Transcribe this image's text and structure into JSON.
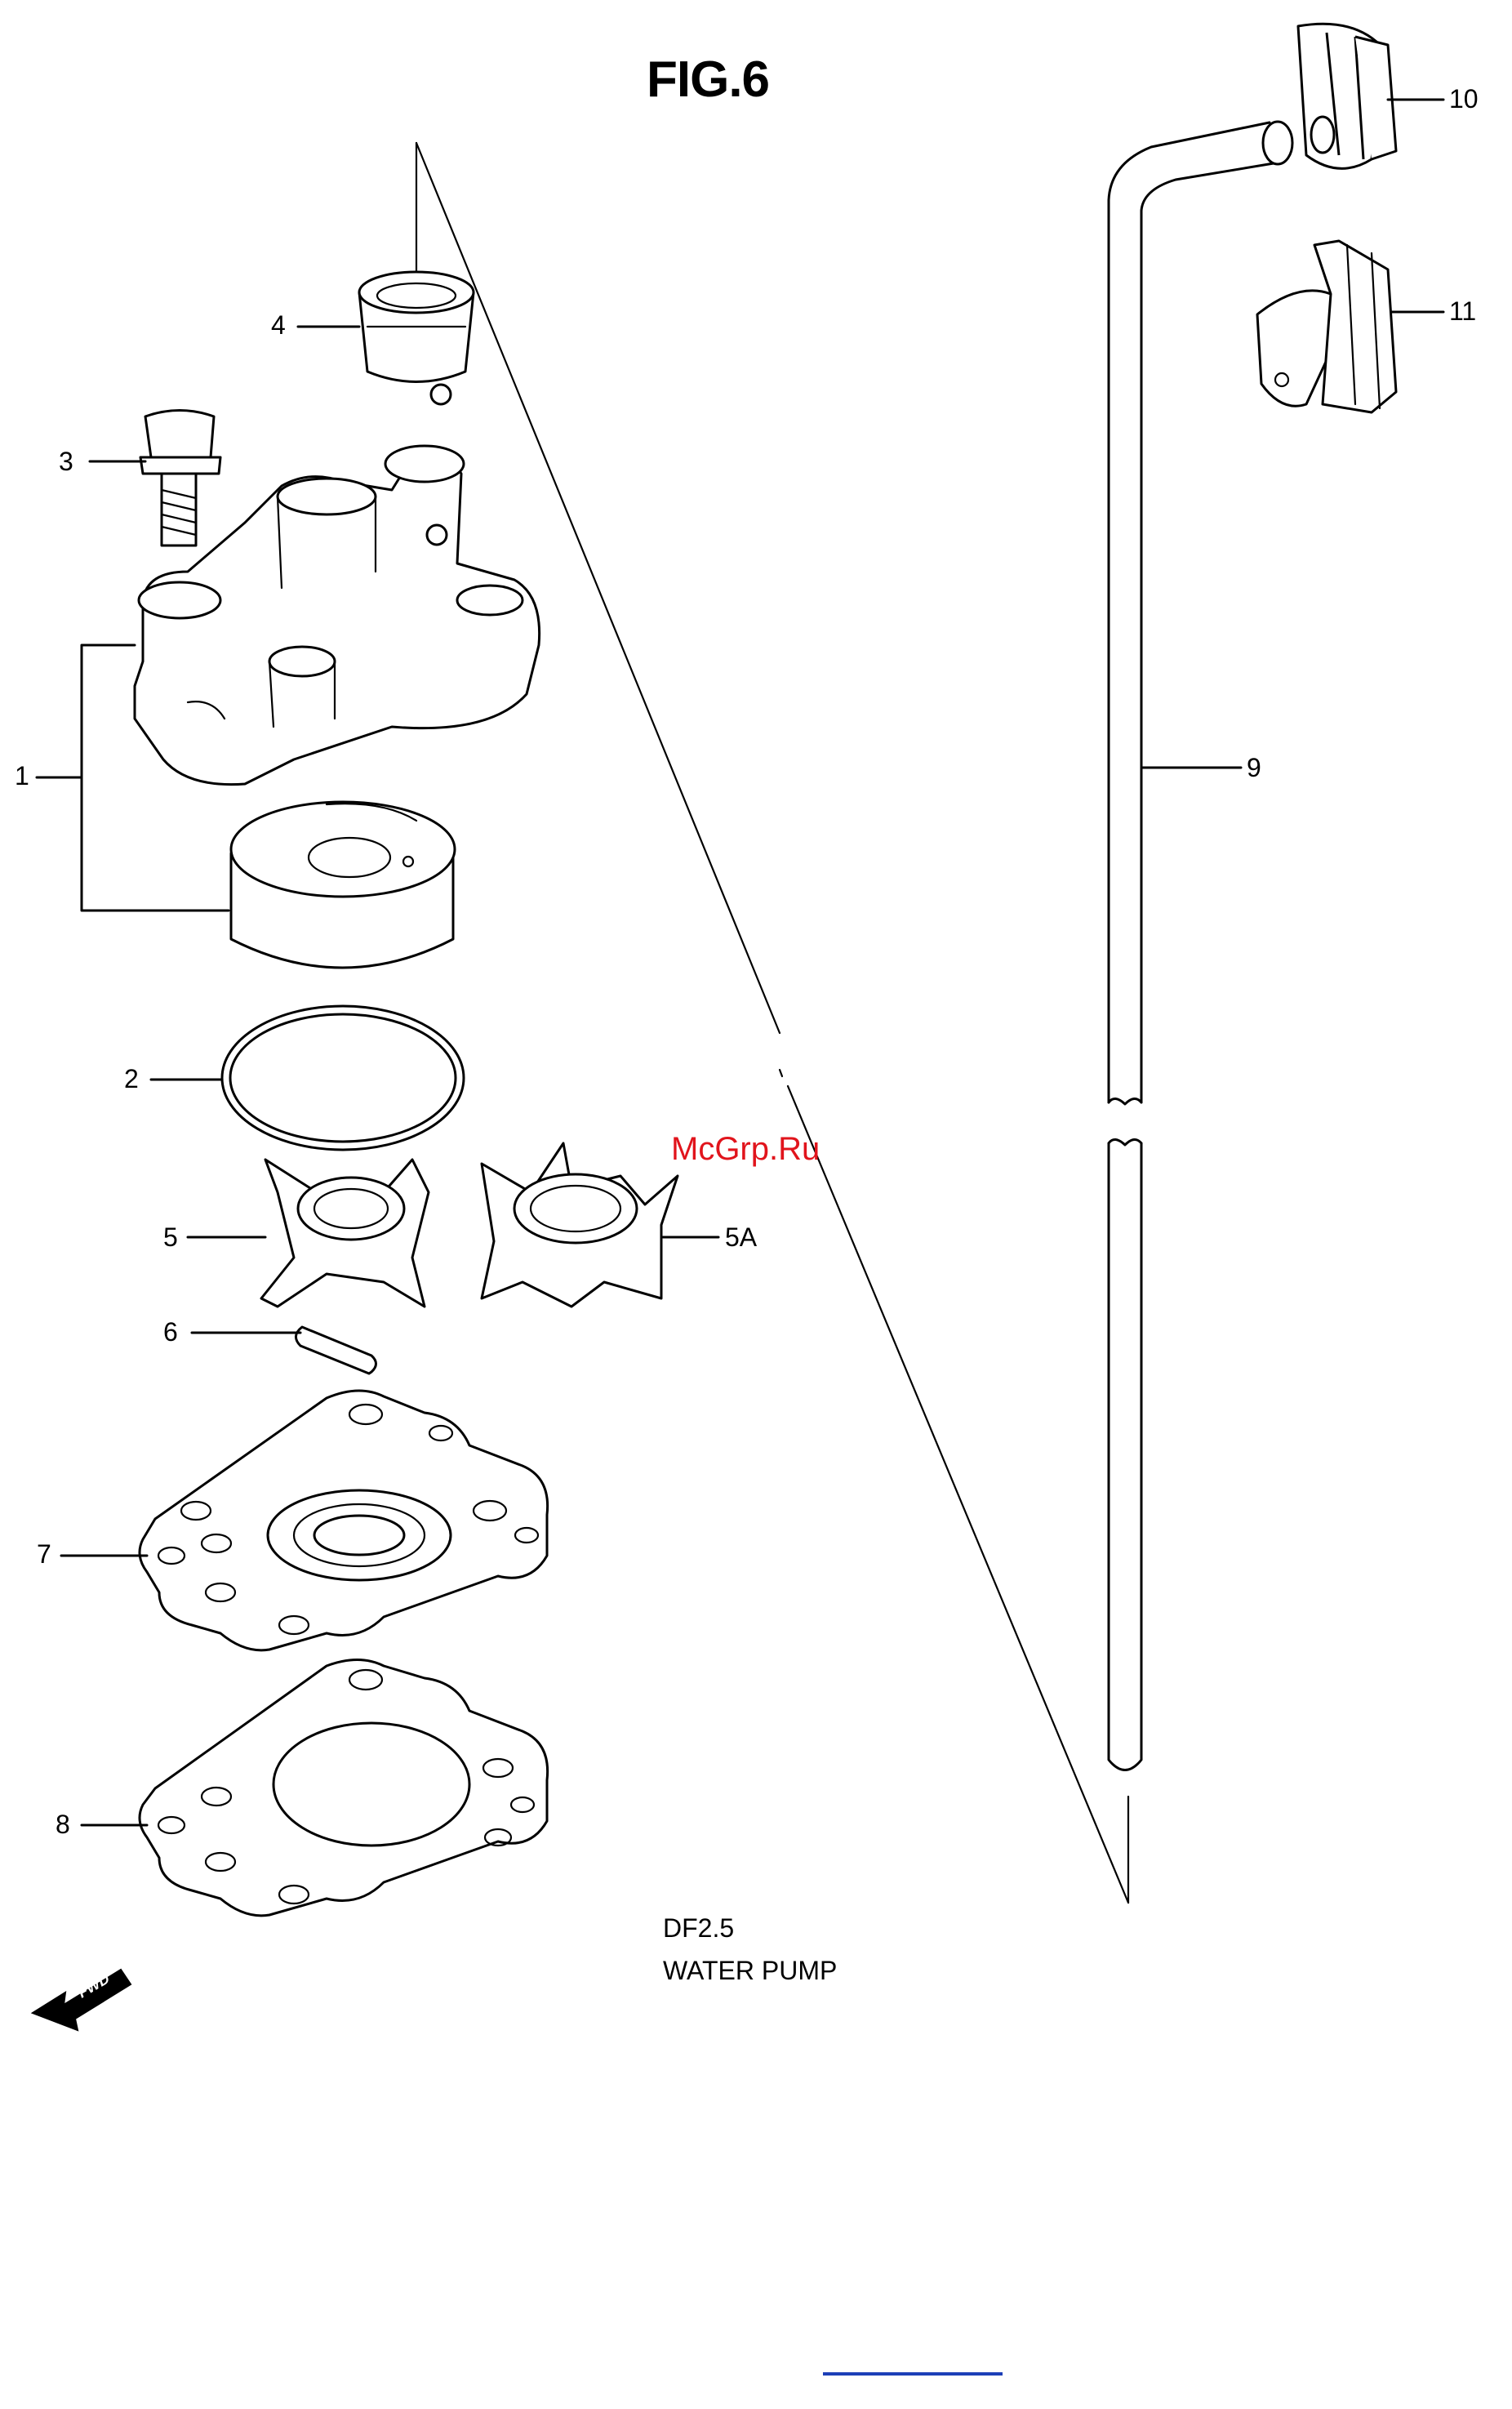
{
  "figure": {
    "title": "FIG.6",
    "model": "DF2.5",
    "section": "WATER PUMP",
    "watermark": "McGrp.Ru",
    "fwd_label": "FWD"
  },
  "callouts": [
    {
      "id": "1",
      "label": "1"
    },
    {
      "id": "2",
      "label": "2"
    },
    {
      "id": "3",
      "label": "3"
    },
    {
      "id": "4",
      "label": "4"
    },
    {
      "id": "5",
      "label": "5"
    },
    {
      "id": "5A",
      "label": "5A"
    },
    {
      "id": "6",
      "label": "6"
    },
    {
      "id": "7",
      "label": "7"
    },
    {
      "id": "8",
      "label": "8"
    },
    {
      "id": "9",
      "label": "9"
    },
    {
      "id": "10",
      "label": "10"
    },
    {
      "id": "11",
      "label": "11"
    }
  ],
  "colors": {
    "line": "#000000",
    "watermark": "#e1141c",
    "page_link": "#1d3fb7"
  }
}
